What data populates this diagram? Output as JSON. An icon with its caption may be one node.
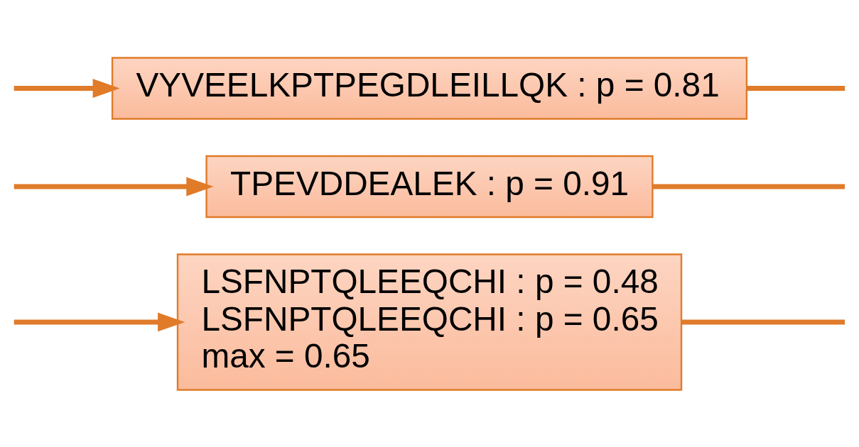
{
  "diagram": {
    "nodes": [
      {
        "text": [
          "LSFNPTQLEEQCHI : p = 0.48",
          "LSFNPTQLEEQCHI : p = 0.65",
          "max = 0.65"
        ]
      },
      {
        "text": [
          "TPEVDDEALEK : p = 0.91"
        ]
      },
      {
        "text": [
          "VYVEELKPTPEGDLEILLQK : p = 0.81"
        ]
      }
    ],
    "edges": [
      {
        "from": 0,
        "to": null,
        "arrow": "none"
      },
      {
        "from": 1,
        "to": null,
        "arrow": "none"
      },
      {
        "from": 2,
        "to": null,
        "arrow": "none"
      },
      {
        "from": null,
        "to": 0,
        "arrow": "to"
      },
      {
        "from": null,
        "to": 1,
        "arrow": "to"
      },
      {
        "from": null,
        "to": 2,
        "arrow": "to"
      }
    ]
  }
}
